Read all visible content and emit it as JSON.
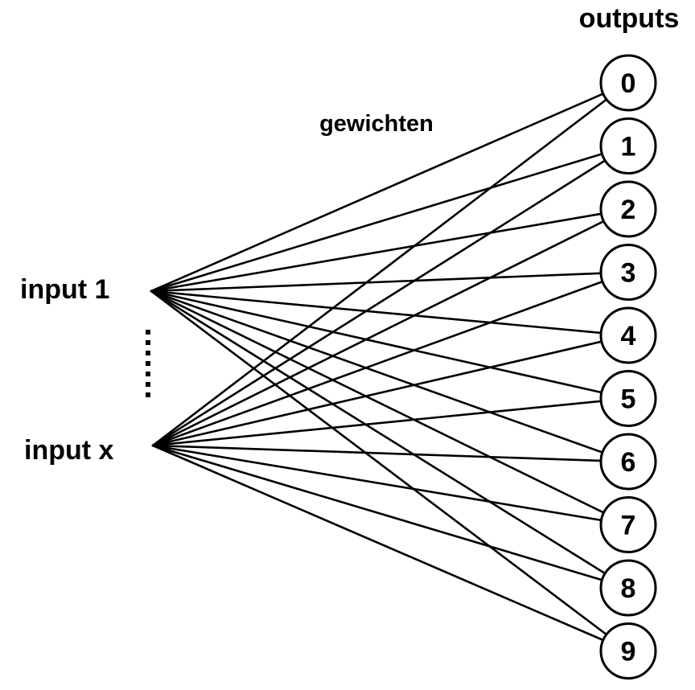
{
  "outputs_label": "outputs",
  "weights_label": "gewichten",
  "inputs": [
    {
      "label": "input 1"
    },
    {
      "label": "input x"
    }
  ],
  "ellipsis": "⋮",
  "outputs": [
    "0",
    "1",
    "2",
    "3",
    "4",
    "5",
    "6",
    "7",
    "8",
    "9"
  ]
}
